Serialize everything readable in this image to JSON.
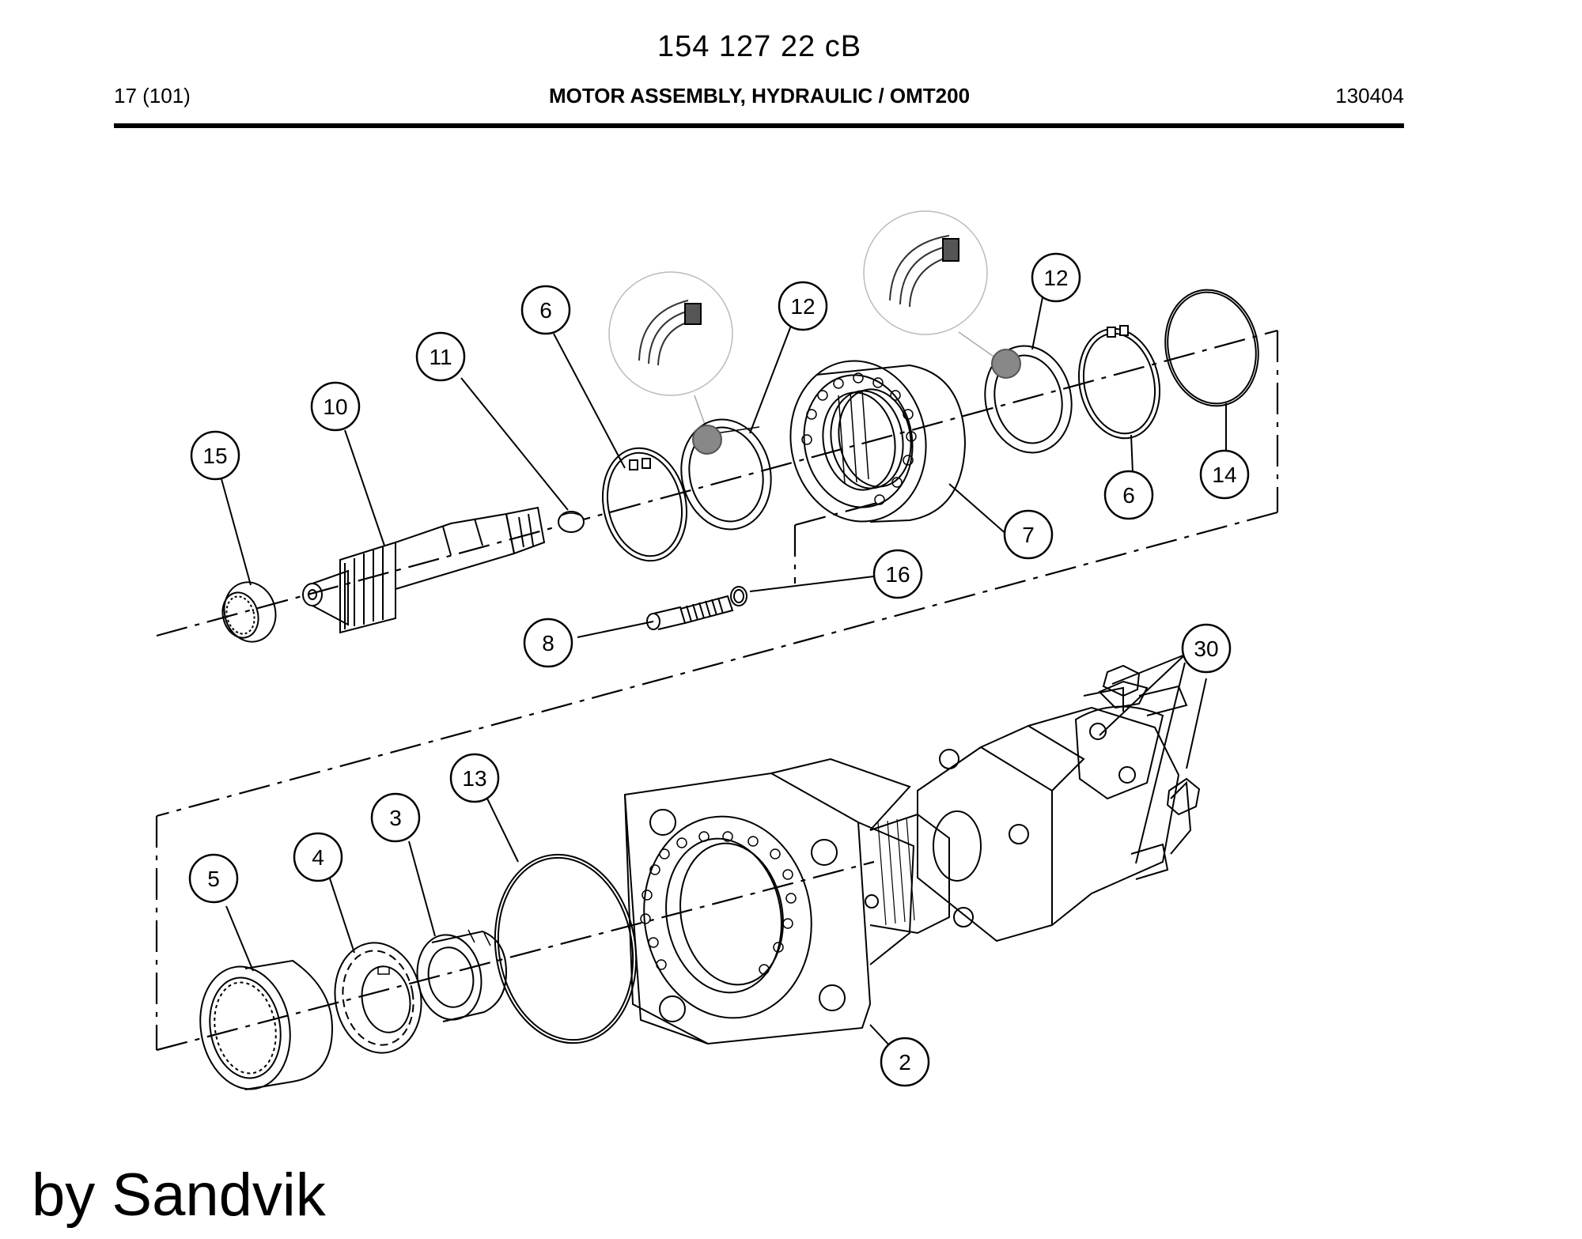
{
  "header": {
    "doc_number": "154 127 22 cB",
    "page": "17 (101)",
    "title": "MOTOR ASSEMBLY, HYDRAULIC / OMT200",
    "date": "130404"
  },
  "callouts": [
    {
      "id": "c15",
      "label": "15"
    },
    {
      "id": "c10",
      "label": "10"
    },
    {
      "id": "c11",
      "label": "11"
    },
    {
      "id": "c6a",
      "label": "6"
    },
    {
      "id": "c12a",
      "label": "12"
    },
    {
      "id": "c12b",
      "label": "12"
    },
    {
      "id": "c7",
      "label": "7"
    },
    {
      "id": "c6b",
      "label": "6"
    },
    {
      "id": "c14",
      "label": "14"
    },
    {
      "id": "c16",
      "label": "16"
    },
    {
      "id": "c8",
      "label": "8"
    },
    {
      "id": "c30",
      "label": "30"
    },
    {
      "id": "c13",
      "label": "13"
    },
    {
      "id": "c3",
      "label": "3"
    },
    {
      "id": "c4",
      "label": "4"
    },
    {
      "id": "c5",
      "label": "5"
    },
    {
      "id": "c2",
      "label": "2"
    }
  ],
  "footer": {
    "credit": "by Sandvik"
  }
}
